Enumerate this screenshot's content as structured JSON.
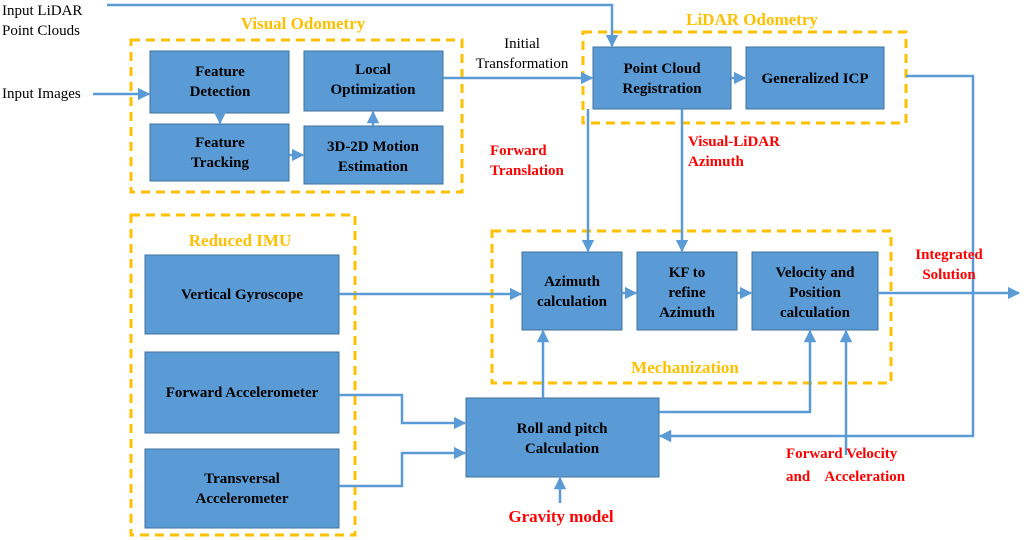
{
  "inputs": {
    "lidar": [
      "Input LiDAR",
      "Point Clouds"
    ],
    "images": "Input Images"
  },
  "groups": {
    "visual_odometry": "Visual Odometry",
    "lidar_odometry": "LiDAR Odometry",
    "reduced_imu": "Reduced IMU",
    "mechanization": "Mechanization"
  },
  "boxes": {
    "feature_detection": [
      "Feature",
      "Detection"
    ],
    "feature_tracking": [
      "Feature",
      "Tracking"
    ],
    "local_optimization": [
      "Local",
      "Optimization"
    ],
    "motion_estimation": [
      "3D-2D Motion",
      "Estimation"
    ],
    "point_cloud_registration": [
      "Point Cloud",
      "Registration"
    ],
    "generalized_icp": [
      "Generalized ICP"
    ],
    "vertical_gyroscope": [
      "Vertical Gyroscope"
    ],
    "forward_accelerometer": [
      "Forward Accelerometer"
    ],
    "transversal_accelerometer": [
      "Transversal",
      "Accelerometer"
    ],
    "azimuth_calculation": [
      "Azimuth",
      "calculation"
    ],
    "kf_refine_azimuth": [
      "KF to",
      "refine",
      "Azimuth"
    ],
    "velocity_position": [
      "Velocity and",
      "Position",
      "calculation"
    ],
    "roll_pitch": [
      "Roll and pitch",
      "Calculation"
    ]
  },
  "labels": {
    "initial_transformation": [
      "Initial",
      "Transformation"
    ],
    "forward_translation": [
      "Forward",
      "Translation"
    ],
    "visual_lidar_azimuth": [
      "Visual-LiDAR",
      "Azimuth"
    ],
    "integrated_solution": [
      "Integrated",
      "Solution"
    ],
    "forward_velocity": [
      "Forward Velocity",
      "and    Acceleration"
    ],
    "gravity_model": "Gravity model"
  },
  "colors": {
    "box_fill": "#5b9bd5",
    "arrow": "#5b9bd5",
    "group_frame": "#ffc000",
    "red_text": "#ff0000"
  }
}
